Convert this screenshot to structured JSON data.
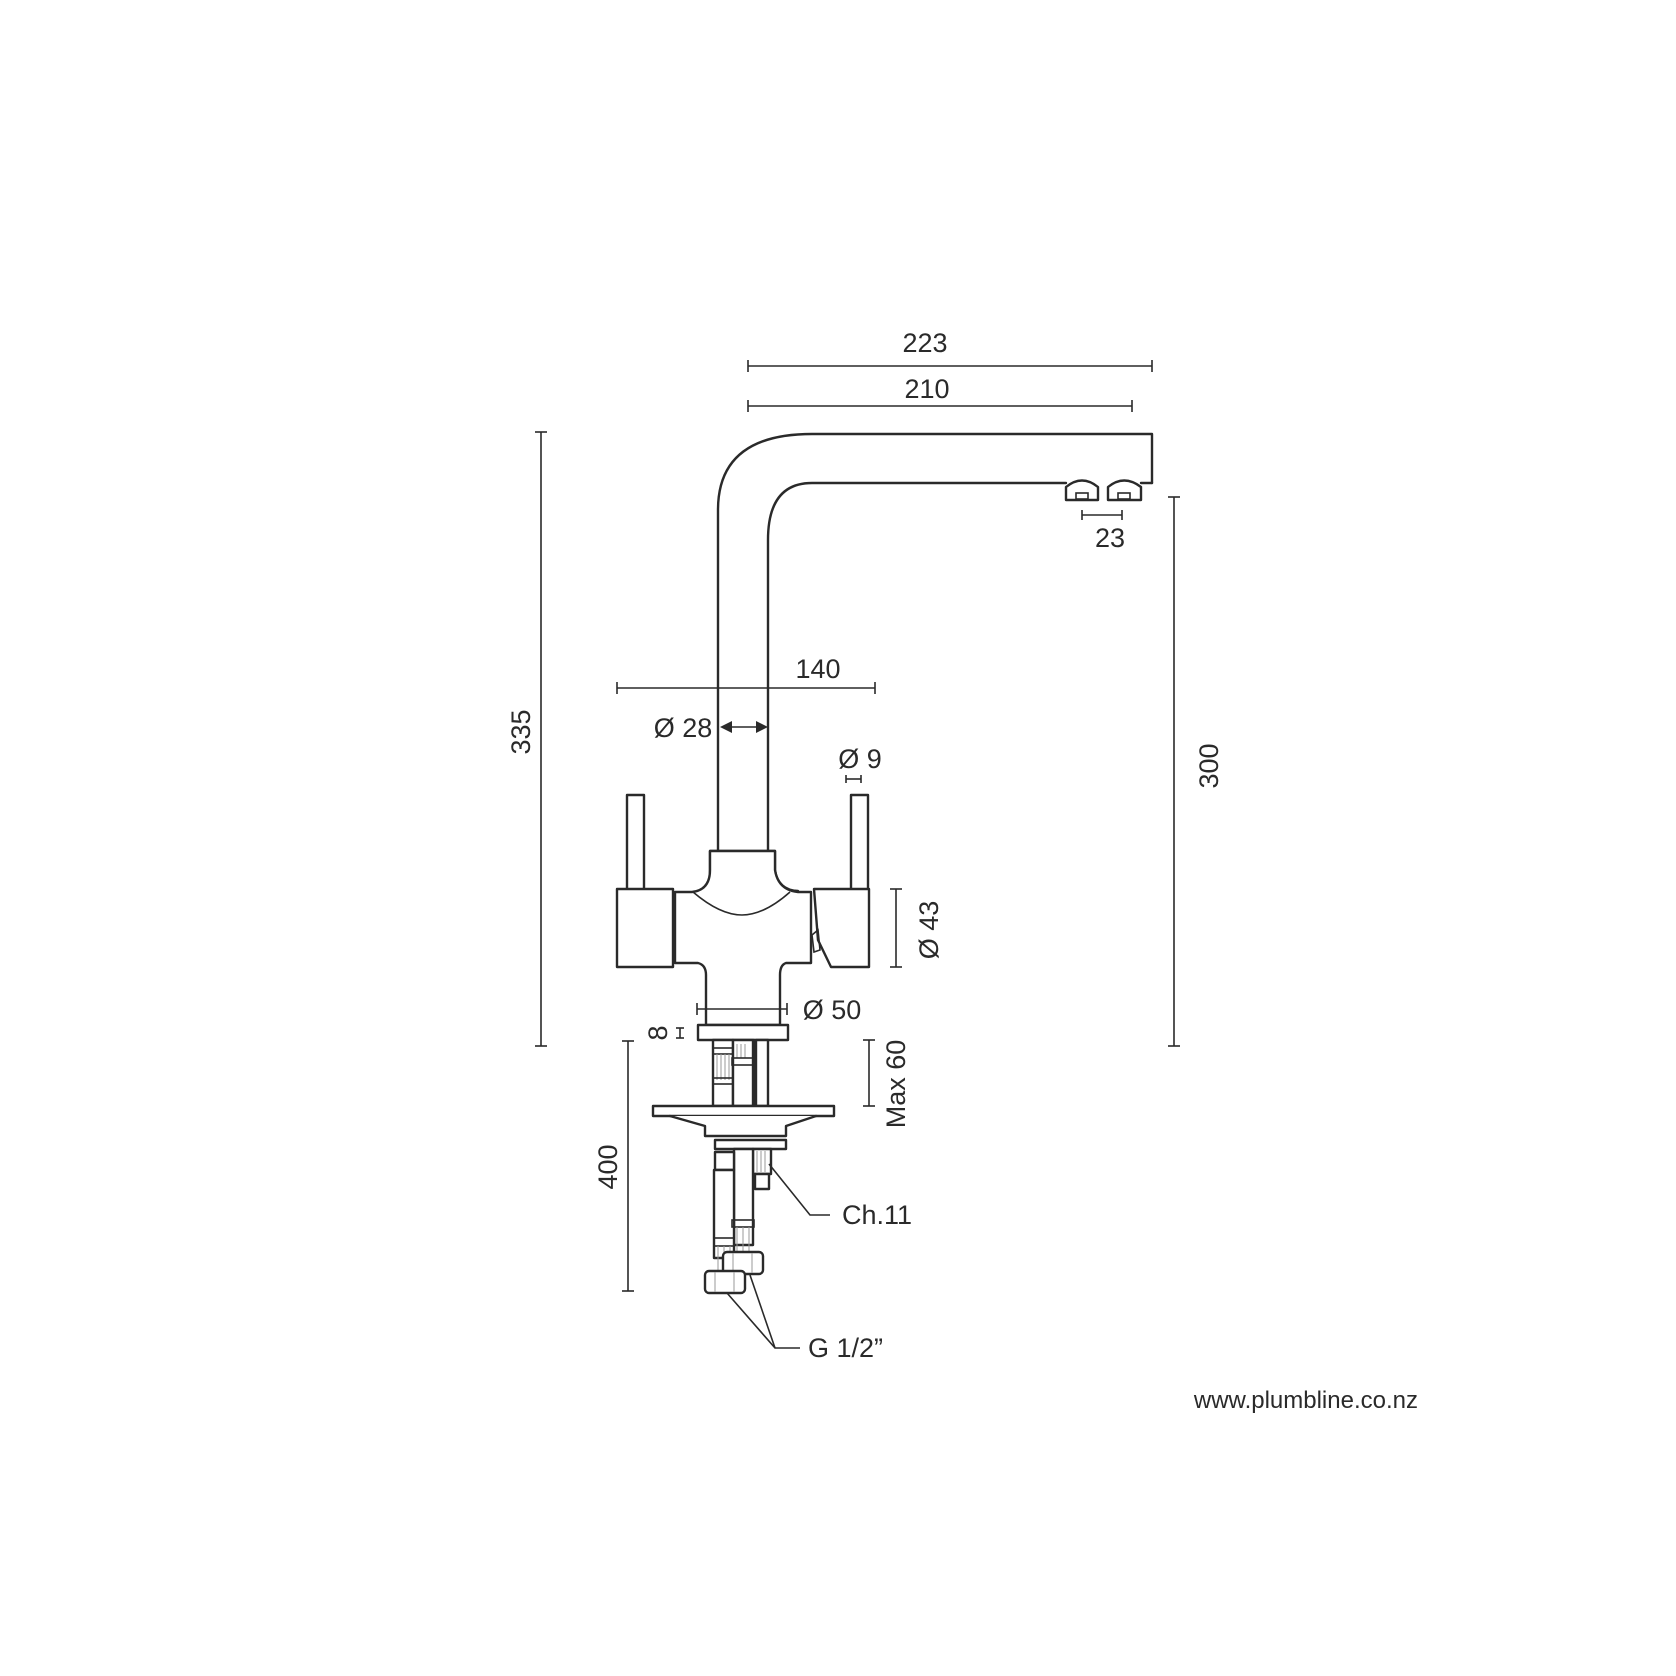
{
  "drawing": {
    "subject": "Dual-lever kitchen faucet technical dimension drawing",
    "line_color": "#2a2a2a",
    "background": "#ffffff",
    "dimensions": {
      "spout_reach_overall": "223",
      "spout_reach_outlet": "210",
      "outlet_spacing": "23",
      "overall_height": "335",
      "outlet_height": "300",
      "lever_span": "140",
      "spout_diameter": "Ø 28",
      "lever_diameter": "Ø 9",
      "body_diameter": "Ø 43",
      "base_diameter": "Ø 50",
      "base_thickness": "8",
      "max_bench_thickness": "Max 60",
      "hose_length": "400"
    },
    "callouts": {
      "nut": "Ch.11",
      "connection": "G 1/2”"
    },
    "footer": {
      "website": "www.plumbline.co.nz"
    }
  }
}
